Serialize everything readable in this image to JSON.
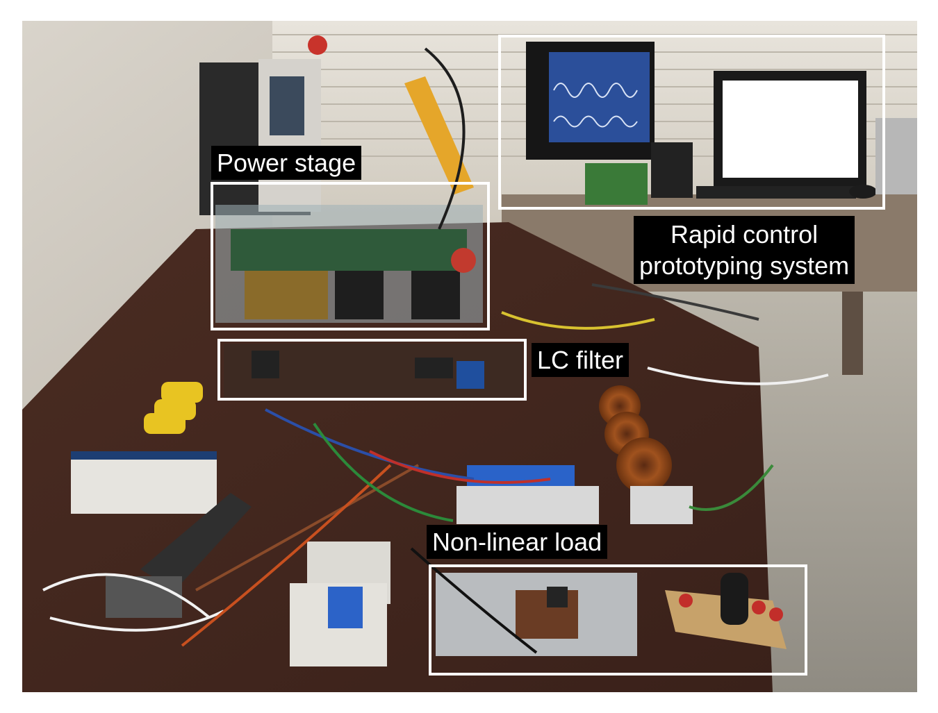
{
  "labels": {
    "power_stage": "Power stage",
    "rcp_line1": "Rapid control",
    "rcp_line2": "prototyping system",
    "lc_filter": "LC filter",
    "nonlinear_load": "Non-linear load"
  },
  "colors": {
    "annotation_box": "#ffffff",
    "label_background": "#000000",
    "label_text": "#ffffff"
  }
}
